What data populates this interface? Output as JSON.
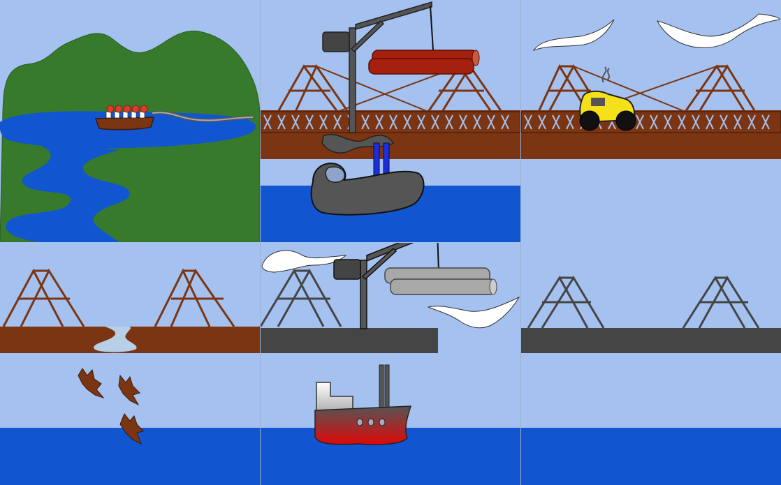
{
  "colors": {
    "sky": "#a4c1ef",
    "water": "#1156d0",
    "land": "#377a2c",
    "bridge_brown": "#7b3512",
    "bridge_grey": "#454545",
    "log_red": "#a6210d",
    "log_grey": "#a8a8a8"
  },
  "tiles": [
    {
      "id": "lake-with-boat",
      "icon": "lake-scene"
    },
    {
      "id": "brown-bridge-crane-steamer",
      "icon": "bridge-crane"
    },
    {
      "id": "brown-bridge-car-gulls",
      "icon": "bridge-car"
    },
    {
      "id": "broken-brown-bridge",
      "icon": "broken-bridge"
    },
    {
      "id": "grey-bridge-crane-gulls",
      "icon": "grey-crane"
    },
    {
      "id": "grey-bridge",
      "icon": "grey-bridge"
    },
    {
      "id": "debris-in-water",
      "icon": "debris"
    },
    {
      "id": "red-ship",
      "icon": "ship"
    },
    {
      "id": "empty-water",
      "icon": "water"
    }
  ]
}
